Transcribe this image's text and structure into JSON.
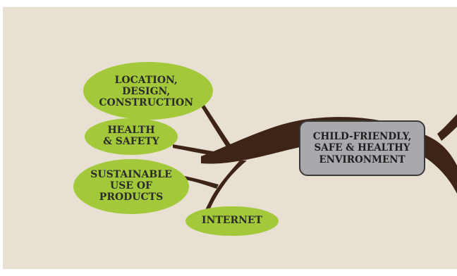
{
  "diagram": {
    "center_label": "CHILD-FRIENDLY,\nSAFE & HEALTHY\nENVIRONMENT",
    "leaves": [
      {
        "id": "location",
        "label": "LOCATION,\nDESIGN,\nCONSTRUCTION"
      },
      {
        "id": "health",
        "label": "HEALTH\n& SAFETY"
      },
      {
        "id": "sustainable",
        "label": "SUSTAINABLE\nUSE OF\nPRODUCTS"
      },
      {
        "id": "internet",
        "label": "INTERNET"
      }
    ],
    "colors": {
      "background": "#e8e0d2",
      "leaf": "#a3c93a",
      "trunk": "#3d2416",
      "center_box": "#a8a8ad"
    }
  }
}
